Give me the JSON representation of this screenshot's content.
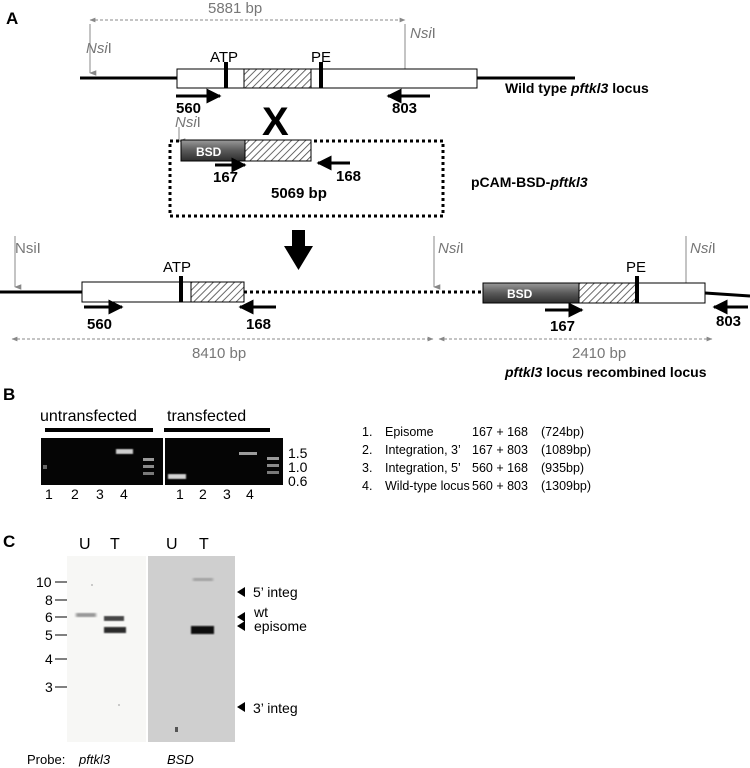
{
  "panels": {
    "a": "A",
    "b": "B",
    "c": "C"
  },
  "panel_a": {
    "distance_top": "5881 bp",
    "nsi_prefix": "Nsi",
    "nsi_suffix": "I",
    "nsi_plain": "NsiI",
    "atp": "ATP",
    "pe": "PE",
    "cross": "X",
    "primers": {
      "p560": "560",
      "p803": "803",
      "p167": "167",
      "p168": "168"
    },
    "wildtype_label_prefix": "Wild type ",
    "gene": "pftkl3",
    "wildtype_label_suffix": "  locus",
    "bsd": "BSD",
    "plasmid_size": "5069 bp",
    "plasmid_prefix": "pCAM-BSD-",
    "distance_left": "8410 bp",
    "distance_right": "2410 bp",
    "recombined_suffix": "  locus recombined locus"
  },
  "panel_b": {
    "untransfected": "untransfected",
    "transfected": "transfected",
    "lane_labels": [
      "1",
      "2",
      "3",
      "4"
    ],
    "marker_labels": [
      "1.5",
      "1.0",
      "0.6"
    ],
    "legend": [
      {
        "num": "1.",
        "name": "Episome",
        "primers": "167 + 168",
        "size": "(724bp)"
      },
      {
        "num": "2.",
        "name": "Integration, 3’",
        "primers": "167 + 803",
        "size": "(1089bp)"
      },
      {
        "num": "3.",
        "name": "Integration, 5’",
        "primers": "560 + 168",
        "size": "(935bp)"
      },
      {
        "num": "4.",
        "name": "Wild-type locus",
        "primers": "560 + 803",
        "size": "(1309bp)"
      }
    ]
  },
  "panel_c": {
    "lanes_left": [
      "U",
      "T"
    ],
    "lanes_right": [
      "U",
      "T"
    ],
    "size_markers": [
      "10",
      "8",
      "6",
      "5",
      "4",
      "3"
    ],
    "annotations": [
      "5’ integ",
      "wt",
      "episome",
      "3’ integ"
    ],
    "probe_label": "Probe:",
    "probe_left": "pftkl3",
    "probe_right": "BSD"
  }
}
